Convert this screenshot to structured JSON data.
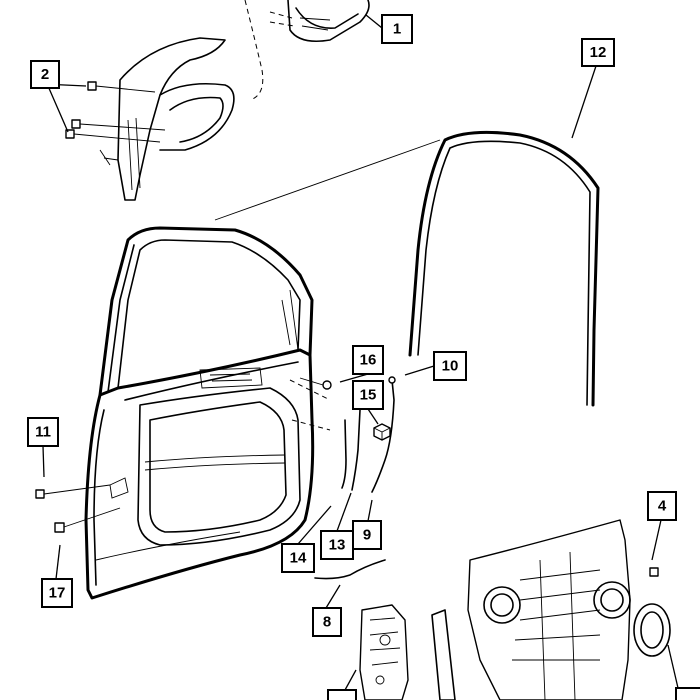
{
  "callouts": [
    {
      "id": "c1",
      "label": "1"
    },
    {
      "id": "c2",
      "label": "2"
    },
    {
      "id": "c4",
      "label": "4"
    },
    {
      "id": "c8",
      "label": "8"
    },
    {
      "id": "c9",
      "label": "9"
    },
    {
      "id": "c10",
      "label": "10"
    },
    {
      "id": "c11",
      "label": "11"
    },
    {
      "id": "c12",
      "label": "12"
    },
    {
      "id": "c13",
      "label": "13"
    },
    {
      "id": "c14",
      "label": "14"
    },
    {
      "id": "c15",
      "label": "15"
    },
    {
      "id": "c16",
      "label": "16"
    },
    {
      "id": "c17",
      "label": "17"
    }
  ]
}
